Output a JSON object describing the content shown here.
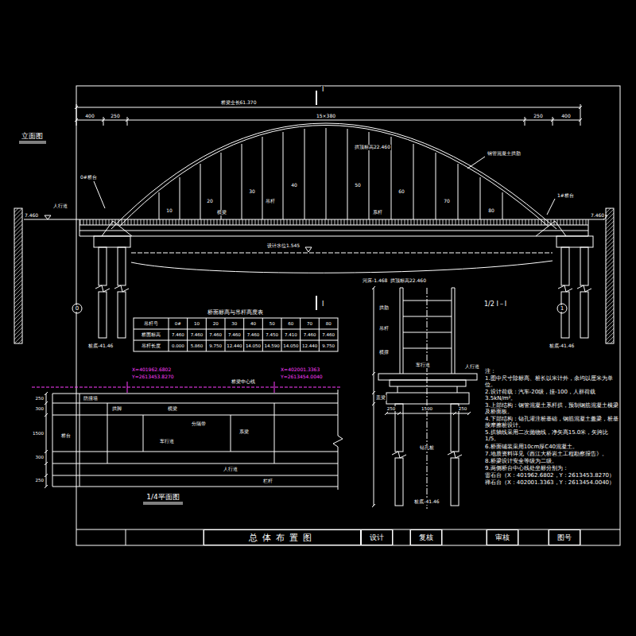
{
  "diagram": {
    "nodes": [
      {
        "text": [
          "总体布置图"
        ]
      },
      {
        "text": [
          "设计"
        ]
      },
      {
        "text": [
          "复核"
        ]
      },
      {
        "text": [
          "审核"
        ]
      },
      {
        "text": [
          "图号"
        ]
      }
    ],
    "labels": [
      "立面图",
      "I",
      "I",
      "桥梁全长61.370",
      "400",
      "250",
      "15×380",
      "250",
      "400",
      "拱顶标高22.460",
      "钢管混凝土拱肋",
      "0#桥台",
      "1#桥台",
      "7.460",
      "7.460",
      "人行道",
      "吊杆",
      "系杆",
      "横梁",
      "10",
      "20",
      "30",
      "40",
      "50",
      "60",
      "70",
      "80",
      "设计水位1.545",
      "河床-1.468",
      "桩底-41.46",
      "桩底-41.46",
      "0",
      "1",
      "桥面标高与吊杆高度表",
      "吊杆号",
      "0#",
      "10",
      "20",
      "30",
      "40",
      "50",
      "60",
      "70",
      "80",
      "桥面标高",
      "7.460",
      "7.460",
      "7.460",
      "7.460",
      "7.460",
      "7.450",
      "7.410",
      "7.460",
      "7.460",
      "吊杆长度",
      "0.000",
      "5.860",
      "9.750",
      "12.440",
      "14.050",
      "14.590",
      "14.050",
      "12.440",
      "9.750",
      "X=401962.6802",
      "Y=2613453.8270",
      "X=402001.3363",
      "Y=2613454.0040",
      "桥梁中心线",
      "防撞墙",
      "拱脚",
      "横梁",
      "分隔带",
      "车行道",
      "系梁",
      "人行道",
      "栏杆",
      "桥台",
      "250",
      "300",
      "1500",
      "300",
      "250",
      "1/4平面图",
      "拱顶标高22.460",
      "拱肋",
      "吊杆",
      "横撑",
      "车行道",
      "人行道",
      "盖梁",
      "250",
      "1500",
      "250",
      "钻孔桩",
      "桩底-41.46",
      "1/2 I－I",
      "注：",
      "1.图中尺寸除标高、桩长以米计外，余均以厘米为单位。",
      "2.设计荷载：汽车-20级，挂-100，人群荷载3.5kN/m²。",
      "3.上部结构：钢管混凝土系杆拱，预制钢筋混凝土横梁及桥面板。",
      "4.下部结构：钻孔灌注桩基础，钢筋混凝土盖梁，桩基按摩擦桩设计。",
      "5.拱轴线采用二次抛物线，净矢高15.0米，矢跨比1/5。",
      "6.桥面铺装采用10cm厚C40混凝土。",
      "7.地质资料详见《西江大桥岩土工程勘察报告》。",
      "8.桥梁设计安全等级为二级。",
      "9.两侧桥台中心线处坐标分别为：",
      "雷石台（X：401962.6802，Y：2613453.8270）",
      "禅石台（X：402001.3363，Y：2613454.0040）"
    ]
  }
}
